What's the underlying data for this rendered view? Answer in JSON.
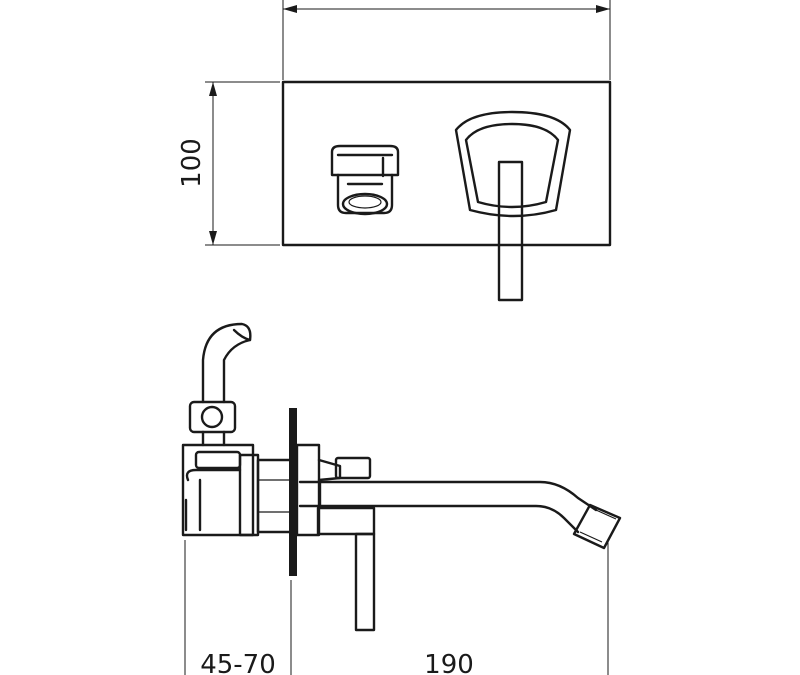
{
  "dimensions": {
    "height": "100",
    "depth": "45-70",
    "spout_length": "190"
  },
  "colors": {
    "line": "#1a1a1a",
    "background": "#ffffff"
  }
}
